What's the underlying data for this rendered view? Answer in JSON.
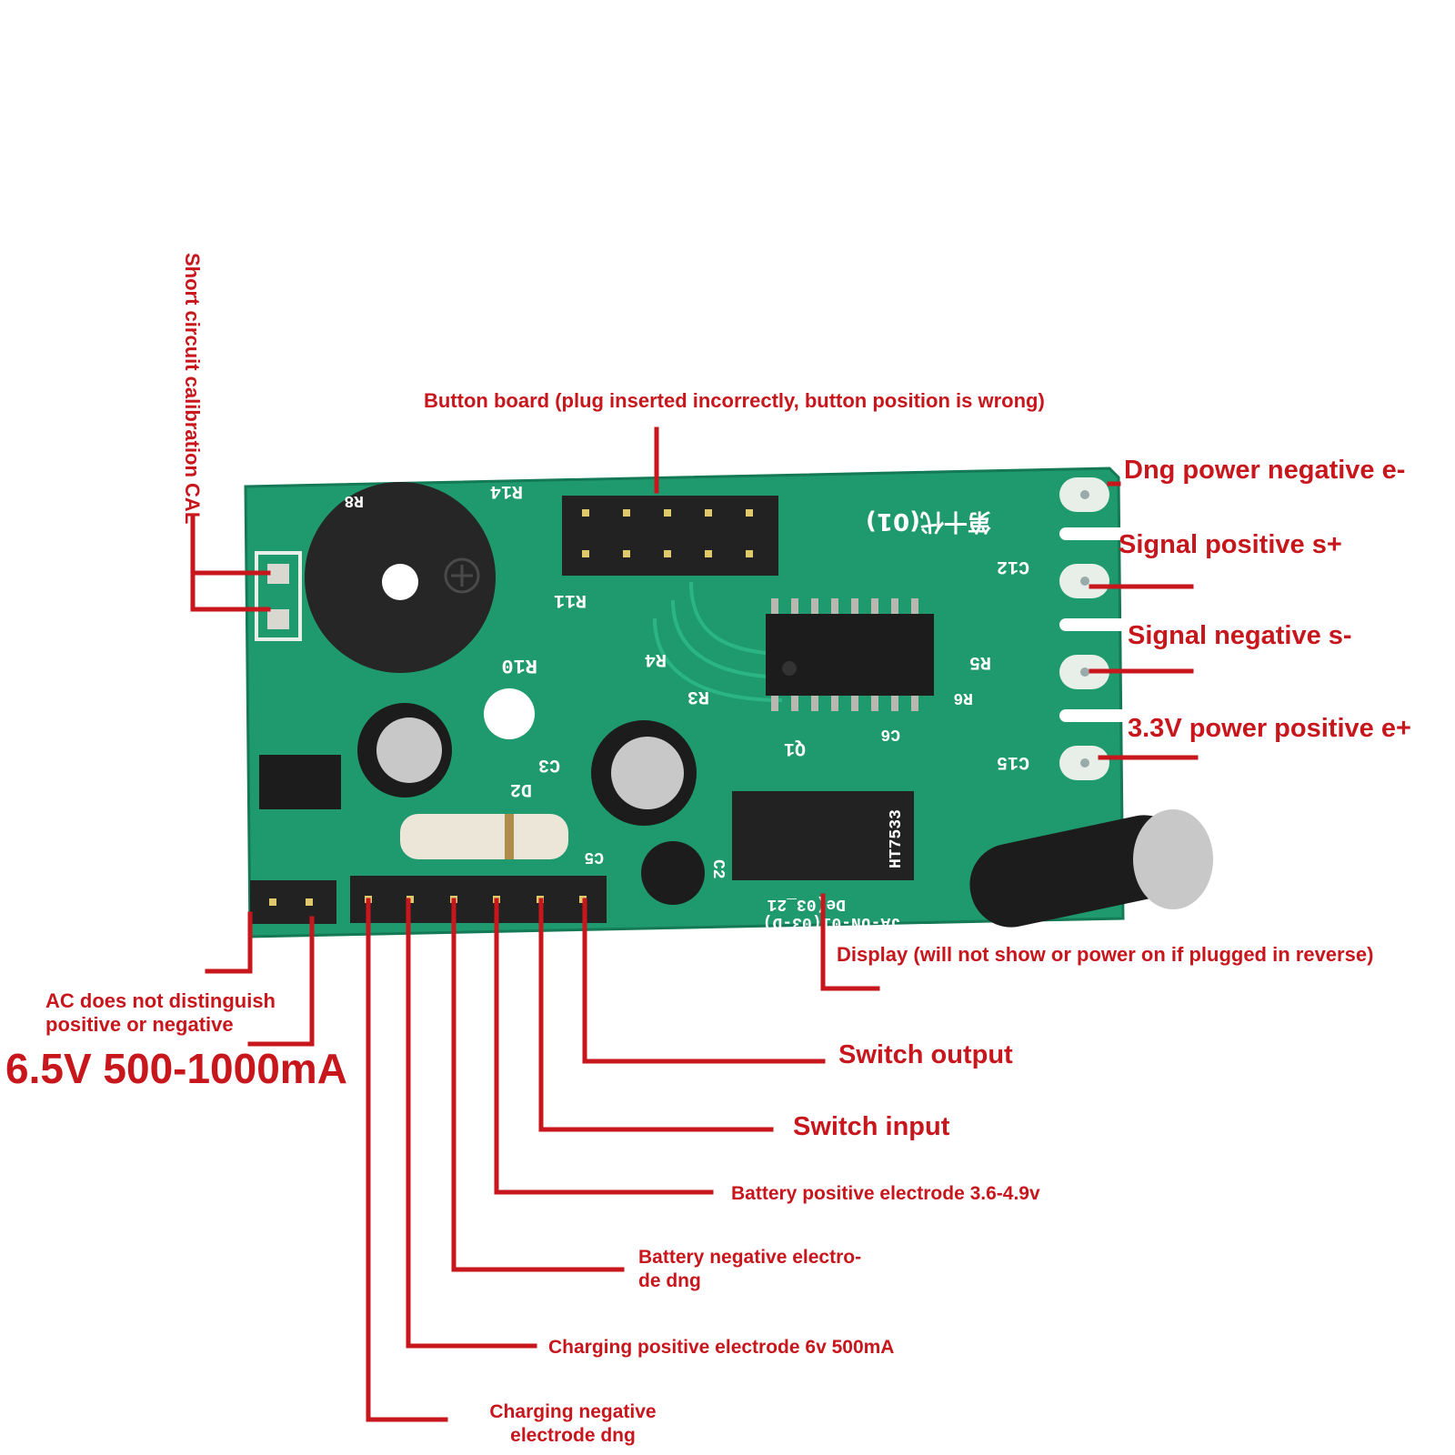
{
  "colors": {
    "annotation": "#c8161d",
    "pcb": "#1f9a6e",
    "silkscreen": "#ffffff"
  },
  "board": {
    "silkscreen": {
      "r14": "R14",
      "r8": "R8",
      "r11": "R11",
      "r10": "R10",
      "r4": "R4",
      "r3": "R3",
      "r5": "R5",
      "r6": "R6",
      "c2": "C2",
      "c3": "C3",
      "c5": "C5",
      "c6": "C6",
      "c12": "C12",
      "c15": "C15",
      "q1": "Q1",
      "d2": "D2",
      "chip_code": "HT7533",
      "model_line1": "De(03_21",
      "model_line2": "JA-UN-01(03-D)",
      "chinese_mark": "第十代(01)"
    }
  },
  "labels": {
    "cal": "Short circuit calibration CAL",
    "button_board": "Button board (plug inserted incorrectly, button position is wrong)",
    "dng_power_negative": "Dng power negative e-",
    "signal_positive": "Signal positive s+",
    "signal_negative": "Signal negative s-",
    "power_33v_positive": "3.3V power positive e+",
    "display": "Display (will not show or power on if plugged in reverse)",
    "ac_line1": "AC does not distinguish",
    "ac_line2": "positive or negative",
    "ac_rating": "6.5V 500-1000mA",
    "switch_output": "Switch output",
    "switch_input": "Switch input",
    "battery_positive": "Battery positive electrode 3.6-4.9v",
    "battery_negative_line1": "Battery negative electro-",
    "battery_negative_line2": "de dng",
    "charging_positive": "Charging positive electrode 6v 500mA",
    "charging_negative_line1": "Charging negative",
    "charging_negative_line2": "electrode dng"
  }
}
